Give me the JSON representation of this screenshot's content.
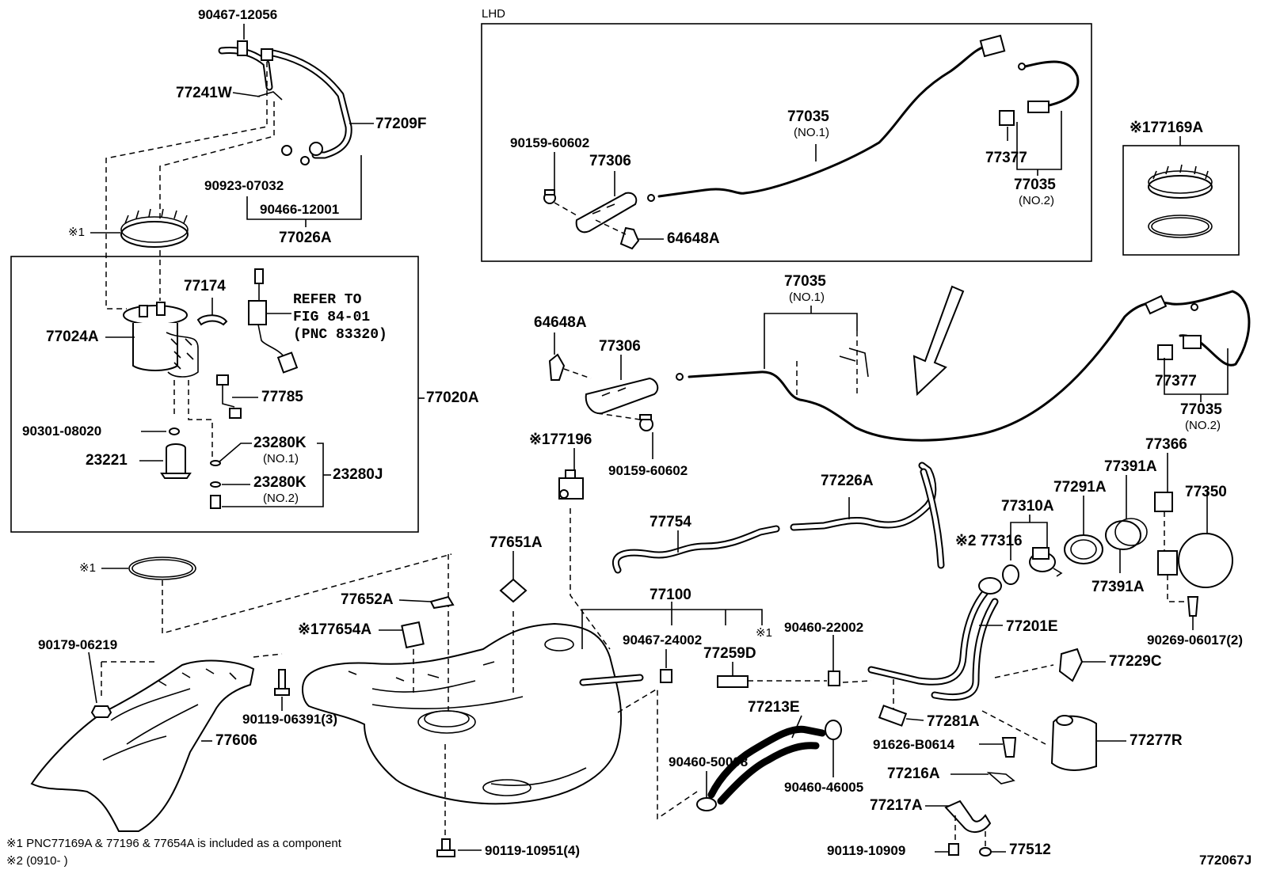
{
  "diagram": {
    "figure_code": "772067J",
    "inset_lhd_label": "LHD",
    "notes": {
      "note1": "※1 PNC77169A & 77196 & 77654A is included as a component",
      "note2": "※2 (0910-      )"
    },
    "parts": {
      "p_90467_12056": "90467-12056",
      "p_77241W": "77241W",
      "p_77209F": "77209F",
      "p_90923_07032": "90923-07032",
      "p_90466_12001": "90466-12001",
      "p_77026A": "77026A",
      "p_mark1_ring": "※1",
      "p_77174": "77174",
      "refer1": "REFER TO",
      "refer2": "FIG 84-01",
      "refer3": "(PNC 83320)",
      "p_77024A": "77024A",
      "p_77785": "77785",
      "p_77020A": "77020A",
      "p_90301_08020": "90301-08020",
      "p_23221": "23221",
      "p_23280K_1": "23280K",
      "p_no1_a": "(NO.1)",
      "p_23280K_2": "23280K",
      "p_no2_a": "(NO.2)",
      "p_23280J": "23280J",
      "p_mark1_gasket": "※1",
      "p_90179_06219": "90179-06219",
      "p_77606": "77606",
      "p_90119_06391": "90119-06391(3)",
      "p_77652A": "77652A",
      "p_77654A": "※177654A",
      "p_77651A": "77651A",
      "p_77100": "77100",
      "p_90467_24002": "90467-24002",
      "p_77259D": "77259D",
      "p_mark1_100": "※1",
      "p_90119_10951": "90119-10951(4)",
      "p_77196": "※177196",
      "p_64648A_main": "64648A",
      "p_77306_main": "77306",
      "p_90159_60602_main": "90159-60602",
      "p_77035_main": "77035",
      "p_no1_main": "(NO.1)",
      "p_77377_main": "77377",
      "p_77035_main2": "77035",
      "p_no2_main": "(NO.2)",
      "p_77226A": "77226A",
      "p_77754": "77754",
      "p_77310A": "77310A",
      "p_77316": "※2 77316",
      "p_77291A": "77291A",
      "p_77391A_top": "77391A",
      "p_77391A_bot": "77391A",
      "p_77366": "77366",
      "p_77350": "77350",
      "p_90269_06017": "90269-06017(2)",
      "p_90460_22002": "90460-22002",
      "p_77201E": "77201E",
      "p_77229C": "77229C",
      "p_77213E": "77213E",
      "p_77281A": "77281A",
      "p_90460_50008": "90460-50008",
      "p_91626_B0614": "91626-B0614",
      "p_77277R": "77277R",
      "p_90460_46005": "90460-46005",
      "p_77216A": "77216A",
      "p_77217A": "77217A",
      "p_90119_10909": "90119-10909",
      "p_77512": "77512",
      "i_90159_60602": "90159-60602",
      "i_77306": "77306",
      "i_64648A": "64648A",
      "i_77035": "77035",
      "i_no1": "(NO.1)",
      "i_77377": "77377",
      "i_77035b": "77035",
      "i_no2": "(NO.2)",
      "p_77169A": "※177169A"
    }
  }
}
